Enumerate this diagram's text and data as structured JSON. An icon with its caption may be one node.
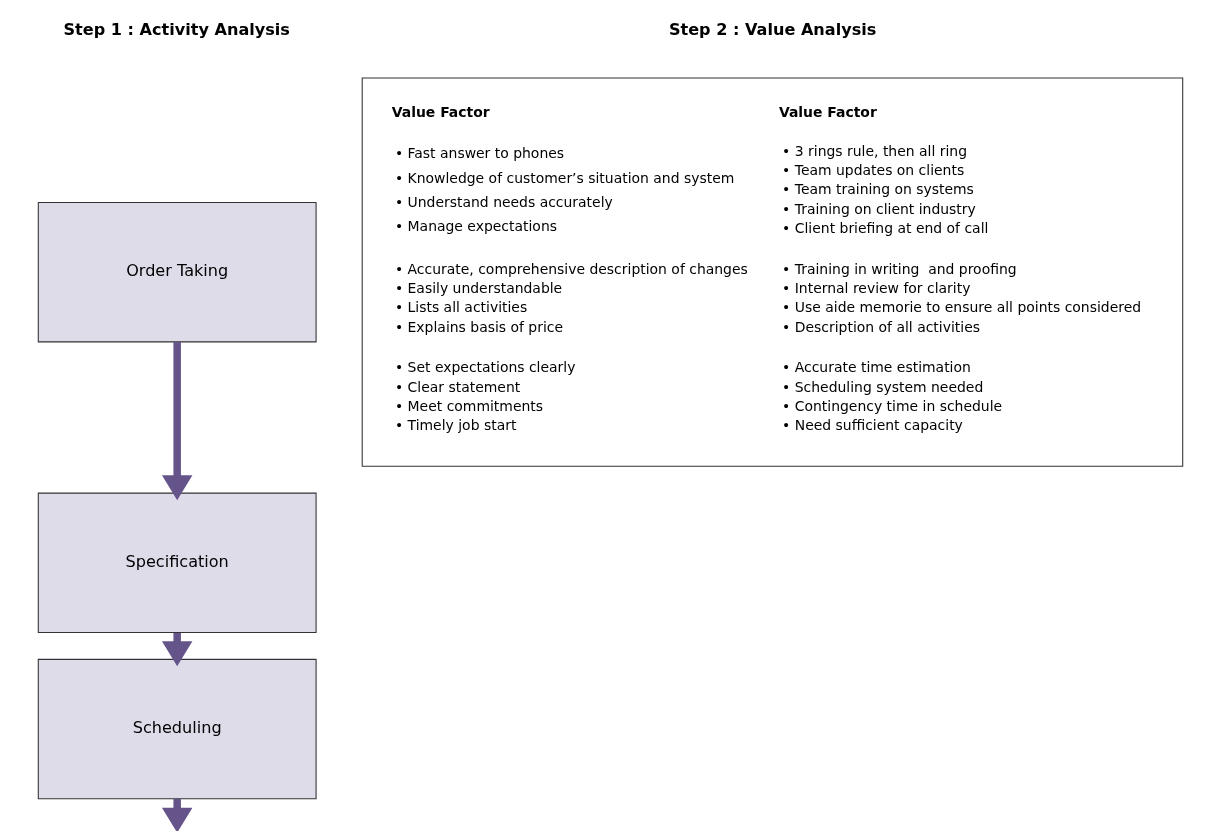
{
  "diagram": {
    "nodes": [
      {
        "text": [
          "Order Taking"
        ]
      },
      {
        "text": [
          "Specification"
        ]
      },
      {
        "text": [
          "Scheduling"
        ]
      },
      {
        "text": [
          "Value Factor",
          "Value Factor",
          "• Fast answer to phones",
          "• Knowledge of customer’s situation and system",
          "• Understand needs accurately",
          "• Manage expectations",
          "• 3 rings rule, then all ring",
          "• Team updates on clients",
          "• Team training on systems",
          "• Training on client industry",
          "• Client briefing at end of call",
          "• Accurate, comprehensive description of changes",
          "• Easily understandable",
          "• Lists all activities",
          "• Explains basis of price",
          "• Training in writing  and proofing",
          "• Internal review for clarity",
          "• Use aide memorie to ensure all points considered",
          "• Description of all activities",
          "• Set expectations clearly",
          "• Clear statement",
          "• Meet commitments",
          "• Timely job start",
          "• Accurate time estimation",
          "• Scheduling system needed",
          "• Contingency time in schedule",
          "• Need sufficient capacity"
        ]
      }
    ],
    "edges": [
      {
        "from": 0,
        "to": 1,
        "arrow": "to"
      },
      {
        "from": 1,
        "to": 2,
        "arrow": "to"
      },
      {
        "from": 2,
        "to": null,
        "arrow": "to"
      }
    ],
    "labels": [
      "Step 1 : Activity Analysis",
      "Step 2 : Value Analysis"
    ]
  }
}
